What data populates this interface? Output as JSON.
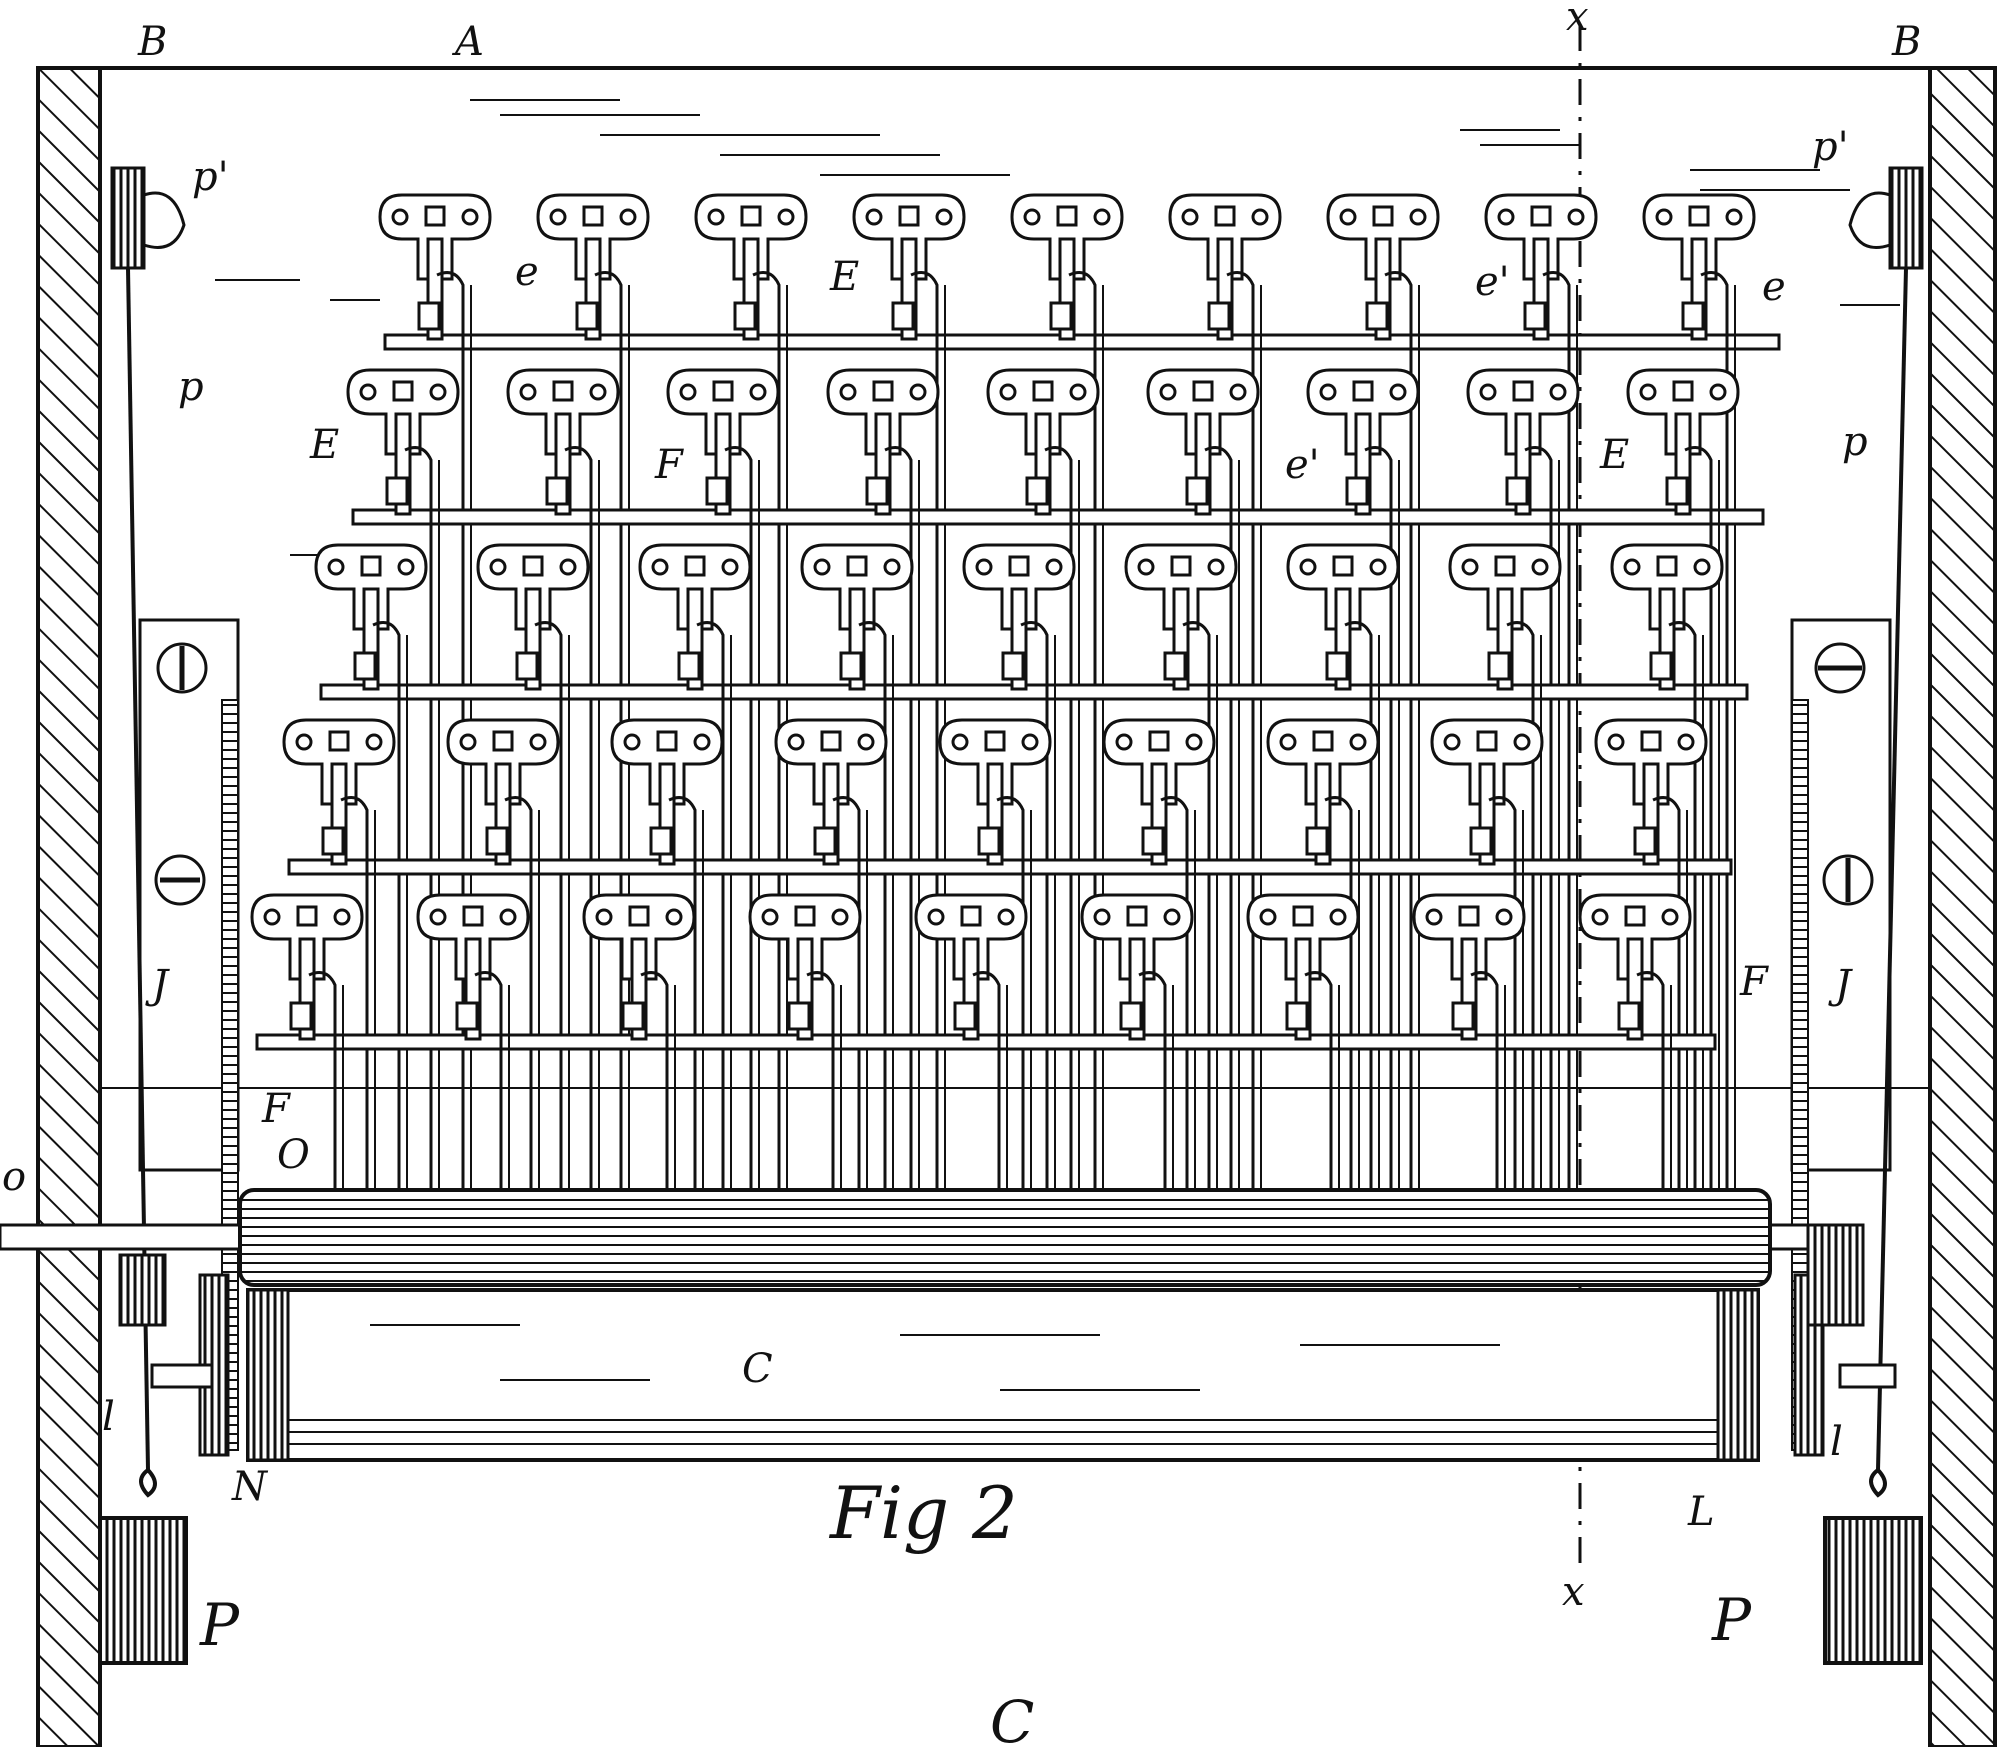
{
  "figure": {
    "caption": "Fig 2",
    "key_rows": 5,
    "keys_per_row": 9,
    "labels": {
      "A": "A",
      "B_left": "B",
      "B_right": "B",
      "x_top": "x",
      "x_bottom": "x",
      "p_prime_left": "p'",
      "p_prime_right": "p'",
      "p_left": "p",
      "p_right": "p",
      "e_1": "e",
      "e_2": "e",
      "E_top": "E",
      "e_prime_top": "e'",
      "E_left": "E",
      "F_1": "F",
      "e_prime_mid": "e'",
      "E_right": "E",
      "J_left": "J",
      "J_right": "J",
      "F_right": "F",
      "F_lower": "F",
      "O": "O",
      "o_left": "o",
      "C": "C",
      "l_left": "l",
      "l_right": "l",
      "N": "N",
      "L": "L",
      "P_left": "P",
      "P_right": "P",
      "C_bottom": "C"
    }
  }
}
